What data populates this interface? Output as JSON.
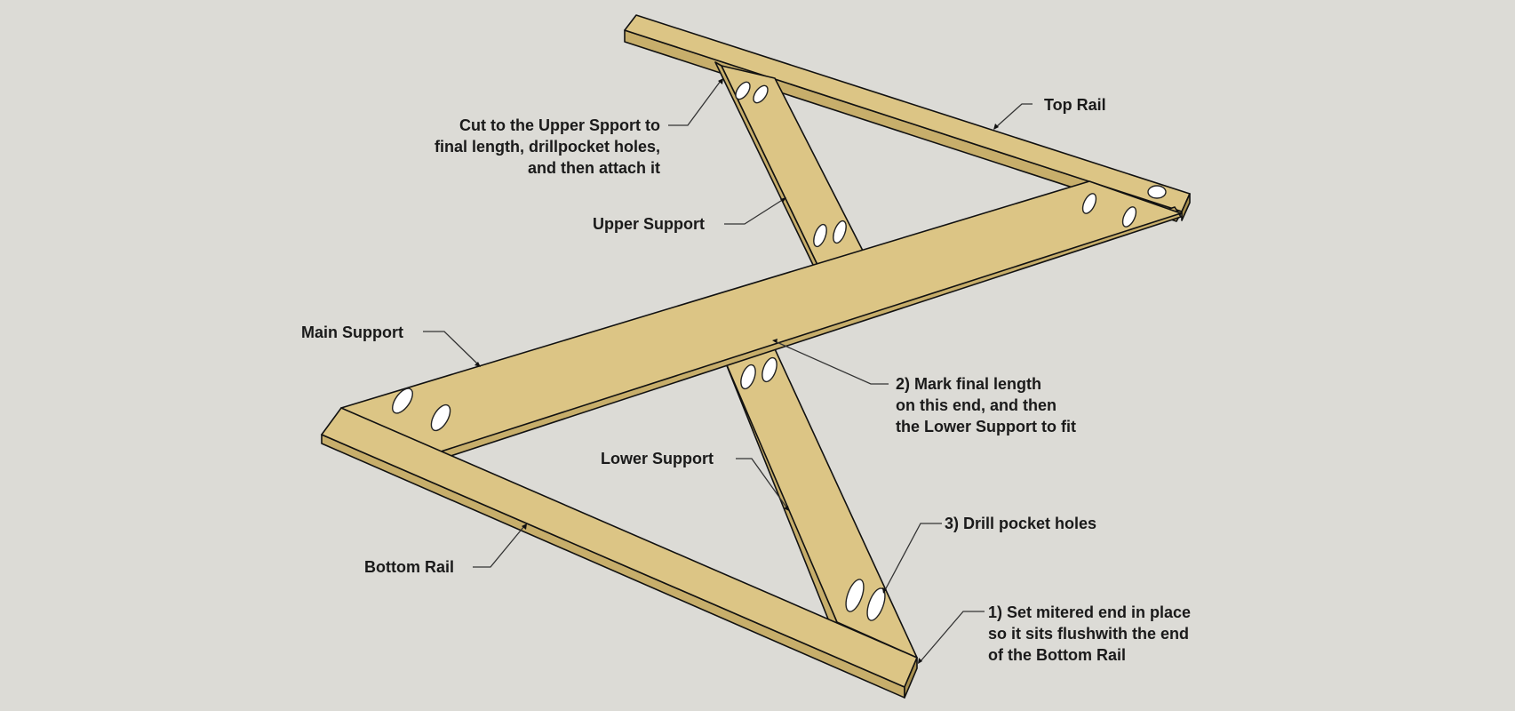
{
  "diagram": {
    "background_color": "#dcdbd6",
    "wood_color": "#dcc585",
    "wood_side_color": "#c7ae6b",
    "labels": {
      "top_rail": "Top Rail",
      "upper_support": "Upper Support",
      "main_support": "Main Support",
      "lower_support": "Lower Support",
      "bottom_rail": "Bottom Rail"
    },
    "notes": {
      "cut_upper": [
        "Cut to the Upper Spport to",
        "final length, drillpocket holes,",
        "and then attach it"
      ],
      "mark_length": [
        "2) Mark final length",
        "on this end, and then",
        "the Lower Support to fit"
      ],
      "drill_holes": [
        "3) Drill pocket holes"
      ],
      "set_mitered": [
        "1) Set mitered end in place",
        "so it sits flushwith the end",
        "of the Bottom Rail"
      ]
    }
  }
}
